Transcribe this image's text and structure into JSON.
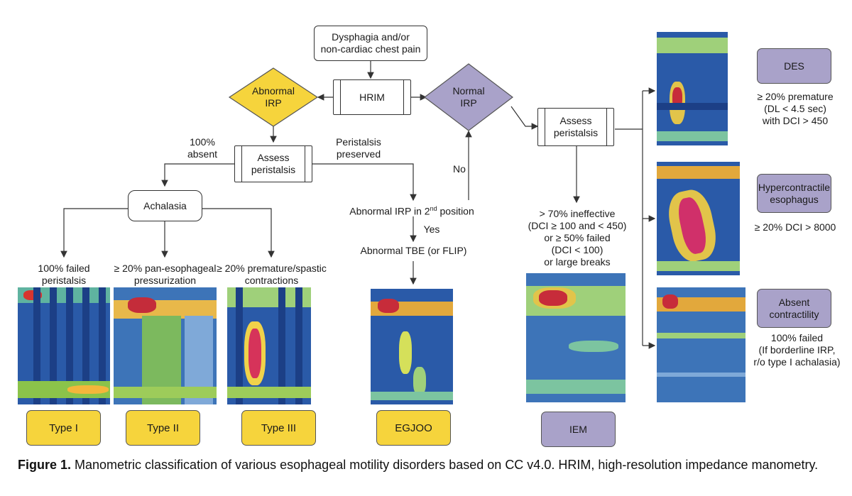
{
  "flow": {
    "start": [
      "Dysphagia and/or",
      "non-cardiac chest pain"
    ],
    "hrim": "HRIM",
    "abnormal_irp": [
      "Abnormal",
      "IRP"
    ],
    "normal_irp": [
      "Normal",
      "IRP"
    ],
    "assess_left": [
      "Assess",
      "peristalsis"
    ],
    "assess_right": [
      "Assess",
      "peristalsis"
    ],
    "absent_100": [
      "100%",
      "absent"
    ],
    "preserved": [
      "Peristalsis",
      "preserved"
    ],
    "achalasia": "Achalasia",
    "abnormal_irp_2nd": "Abnormal IRP in 2",
    "nd": "nd",
    "position": " position",
    "yes": "Yes",
    "no": "No",
    "abnormal_tbe": "Abnormal TBE (or FLIP)",
    "failed_peristalsis": [
      "100% failed",
      "peristalsis"
    ],
    "pan_esophageal": [
      "≥ 20% pan-esophageal",
      "pressurization"
    ],
    "premature_spastic": [
      "≥ 20% premature/spastic",
      "contractions"
    ],
    "ineffective": [
      "> 70% ineffective",
      "(DCI ≥ 100 and < 450)",
      "or ≥ 50% failed",
      "(DCI < 100)",
      "or large breaks"
    ]
  },
  "outcomes": {
    "type1": "Type I",
    "type2": "Type II",
    "type3": "Type III",
    "egjoo": "EGJOO",
    "iem": "IEM",
    "des": "DES",
    "des_criteria": [
      "≥ 20% premature",
      "(DL < 4.5 sec)",
      "with DCI > 450"
    ],
    "hyper": [
      "Hypercontractile",
      "esophagus"
    ],
    "hyper_criteria": "≥ 20% DCI > 8000",
    "absent": [
      "Absent",
      "contractility"
    ],
    "absent_criteria": [
      "100% failed",
      "(If borderline IRP,",
      "r/o type I achalasia)"
    ]
  },
  "caption": {
    "label": "Figure 1.",
    "text": " Manometric classification of various esophageal motility disorders based on CC v4.0. HRIM, high-resolution impedance manometry."
  },
  "colors": {
    "yellow": "#f6d43c",
    "purple": "#a9a2c9",
    "line": "#333333"
  }
}
